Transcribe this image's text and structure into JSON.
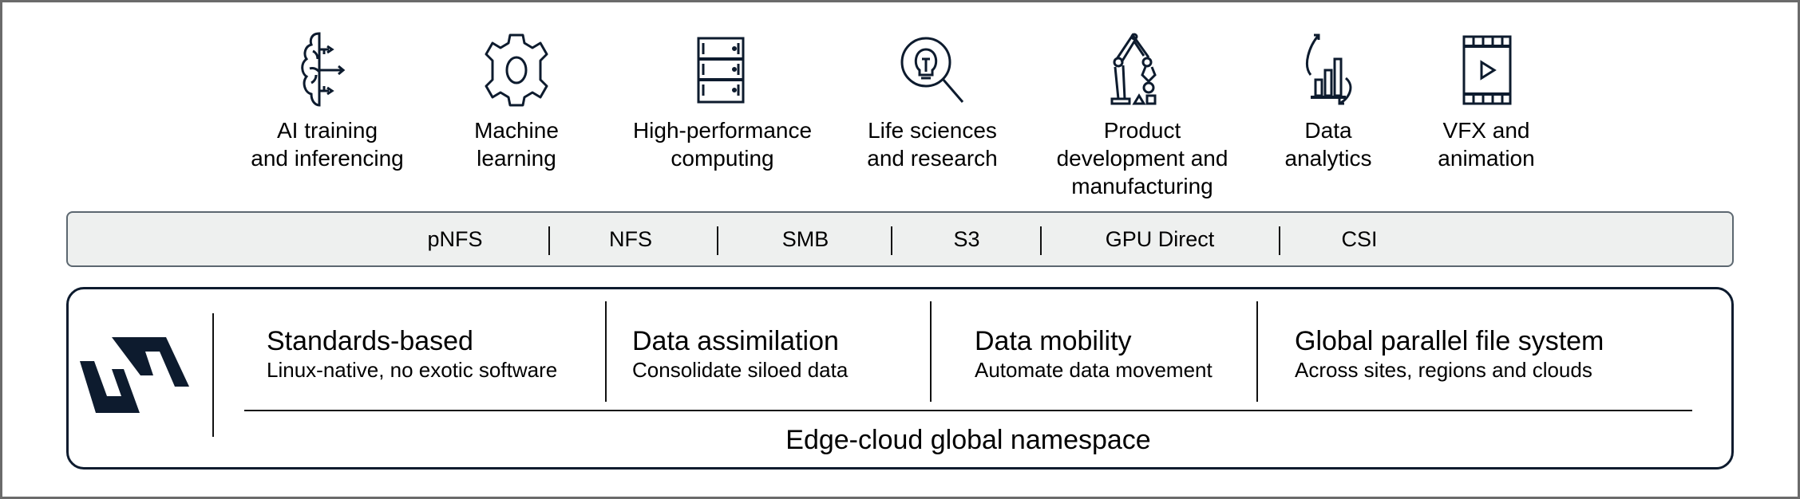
{
  "use_cases": [
    {
      "icon": "brain-arrows-icon",
      "label_1": "AI training",
      "label_2": "and inferencing"
    },
    {
      "icon": "gear-icon",
      "label_1": "Machine",
      "label_2": "learning"
    },
    {
      "icon": "server-rack-icon",
      "label_1": "High-performance",
      "label_2": "computing"
    },
    {
      "icon": "lightbulb-magnifier-icon",
      "label_1": "Life sciences",
      "label_2": "and research"
    },
    {
      "icon": "robot-arm-icon",
      "label_1": "Product",
      "label_2": "development and",
      "label_3": "manufacturing"
    },
    {
      "icon": "bar-chart-cycle-icon",
      "label_1": "Data",
      "label_2": "analytics"
    },
    {
      "icon": "film-play-icon",
      "label_1": "VFX and",
      "label_2": "animation"
    }
  ],
  "protocols": [
    "pNFS",
    "NFS",
    "SMB",
    "S3",
    "GPU Direct",
    "CSI"
  ],
  "features": [
    {
      "title": "Standards-based",
      "subtitle": "Linux-native, no exotic software"
    },
    {
      "title": "Data assimilation",
      "subtitle": "Consolidate siloed data"
    },
    {
      "title": "Data mobility",
      "subtitle": "Automate data movement"
    },
    {
      "title": "Global parallel file system",
      "subtitle": "Across sites, regions and clouds"
    }
  ],
  "namespace_label": "Edge-cloud global namespace",
  "colors": {
    "ink": "#0d1b2e",
    "protocol_bg": "#eef0ef",
    "frame": "#6b6b6b"
  }
}
